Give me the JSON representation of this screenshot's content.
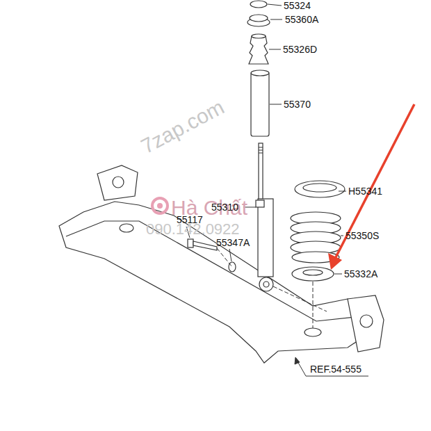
{
  "diagram": {
    "labels": [
      "55324",
      "55360A",
      "55326D",
      "55370",
      "55310",
      "55117",
      "55347A",
      "H55341",
      "55350S",
      "55332A",
      "REF.54-555",
      "7zap.com",
      "Hà Chất",
      "090.142.0922"
    ]
  }
}
